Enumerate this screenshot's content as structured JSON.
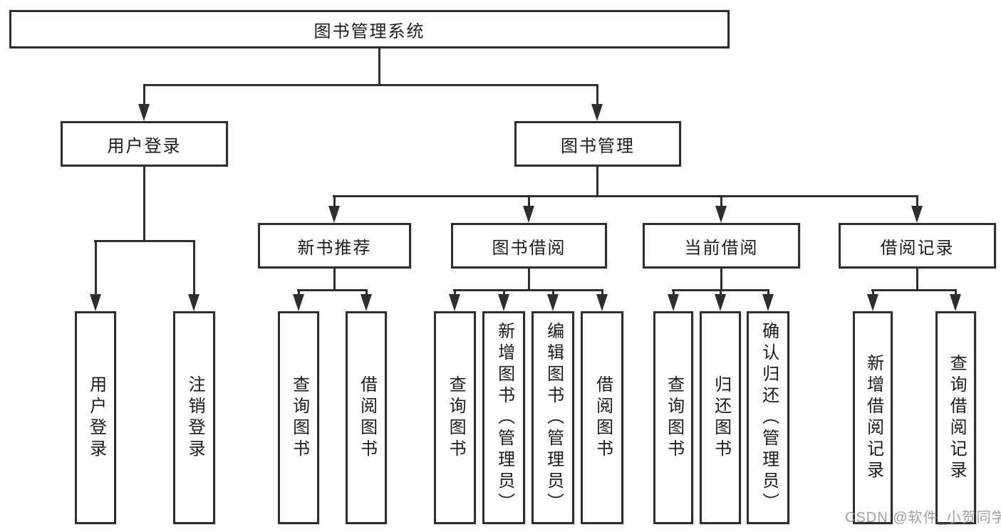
{
  "colors": {
    "background": "#ffffff",
    "line": "#2e2e2e",
    "text": "#1b1b1b",
    "watermark": "#969696"
  },
  "watermark": {
    "text": "CSDN @软件_小贺同学"
  },
  "tree": {
    "root": {
      "label": "图书管理系统"
    },
    "children": [
      {
        "label": "用户登录",
        "children": [
          {
            "label": "用户登录"
          },
          {
            "label": "注销登录"
          }
        ]
      },
      {
        "label": "图书管理",
        "children": [
          {
            "label": "新书推荐",
            "children": [
              {
                "label": "查询图书"
              },
              {
                "label": "借阅图书"
              }
            ]
          },
          {
            "label": "图书借阅",
            "children": [
              {
                "label": "查询图书"
              },
              {
                "label": "新增图书（管理员）"
              },
              {
                "label": "编辑图书（管理员）"
              },
              {
                "label": "借阅图书"
              }
            ]
          },
          {
            "label": "当前借阅",
            "children": [
              {
                "label": "查询图书"
              },
              {
                "label": "归还图书"
              },
              {
                "label": "确认归还（管理员）"
              }
            ]
          },
          {
            "label": "借阅记录",
            "children": [
              {
                "label": "新增借阅记录"
              },
              {
                "label": "查询借阅记录"
              }
            ]
          }
        ]
      }
    ]
  }
}
